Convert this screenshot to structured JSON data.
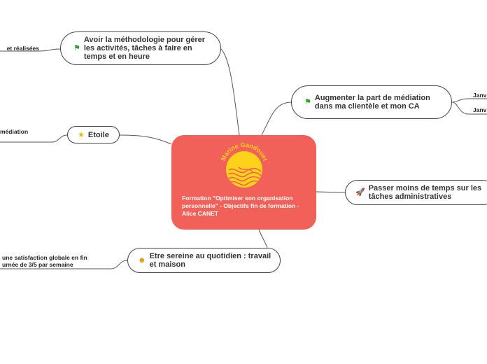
{
  "colors": {
    "central_bg": "#f2605a",
    "logo_yellow": "#ffd21a",
    "line": "#555555",
    "node_border": "#444444"
  },
  "central": {
    "logo_text": "Marine Gandouet",
    "title": "Formation \"Optimiser son organisation personnelle\" - Objectifs fin de formation - Alice CANET"
  },
  "nodes": {
    "methodology": {
      "icon": "flag-icon",
      "glyph": "⚑",
      "label": "Avoir la méthodologie pour gérer les activités, tâches à faire en temps et en heure"
    },
    "mediation": {
      "icon": "flag-icon",
      "glyph": "⚑",
      "label": "Augmenter la part de médiation dans ma clientèle et mon CA"
    },
    "etoile": {
      "icon": "star-icon",
      "glyph": "★",
      "label": "Etoile"
    },
    "admin": {
      "icon": "rocket-icon",
      "glyph": "🚀",
      "label": "Passer moins de temps sur les tâches administratives"
    },
    "serene": {
      "icon": "smiley-icon",
      "glyph": "☻",
      "label": "Etre sereine au quotidien : travail et maison"
    }
  },
  "leaves": {
    "methodology_child": "et réalisées",
    "mediation_child_1": "Janv",
    "mediation_child_2": "Janv",
    "etoile_child": "médiation",
    "serene_child_line1": "une satisfaction globale en fin",
    "serene_child_line2": "urnée de 3/5 par semaine"
  }
}
